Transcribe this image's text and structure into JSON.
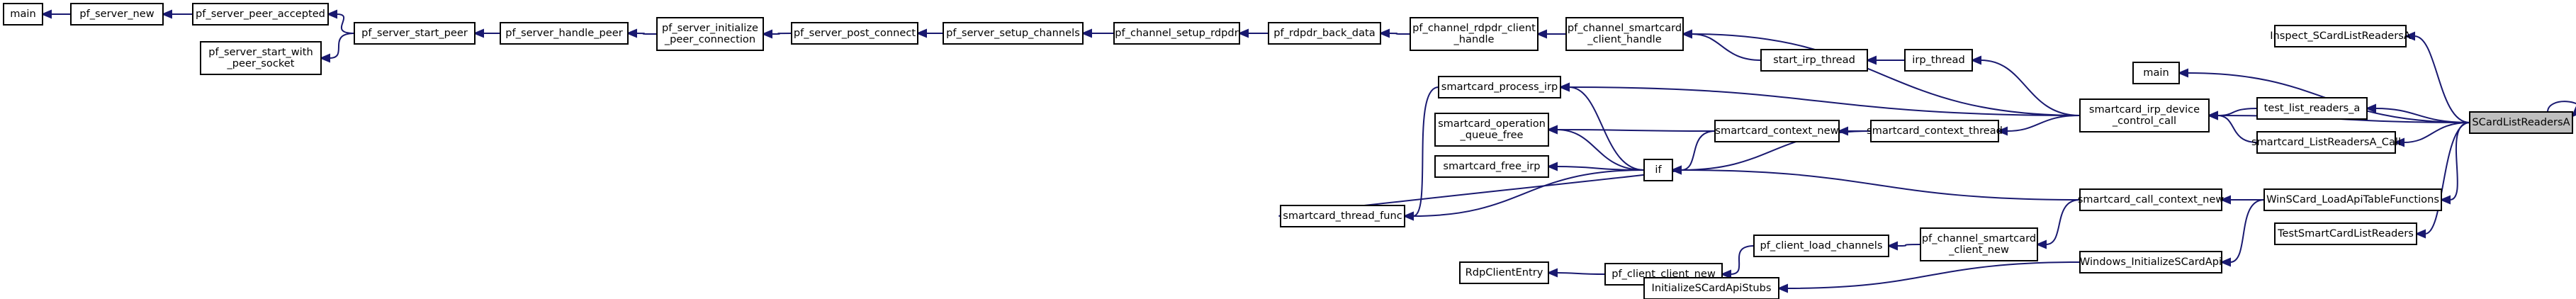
{
  "diagram": {
    "type": "caller-graph",
    "nodes": [
      {
        "id": "main1",
        "lines": [
          "main"
        ],
        "focus": false
      },
      {
        "id": "pf_server_new",
        "lines": [
          "pf_server_new"
        ],
        "focus": false
      },
      {
        "id": "pf_server_peer_accepted",
        "lines": [
          "pf_server_peer_accepted"
        ],
        "focus": false
      },
      {
        "id": "pf_server_start_with_peer_socket",
        "lines": [
          "pf_server_start_with",
          "_peer_socket"
        ],
        "focus": false
      },
      {
        "id": "pf_server_start_peer",
        "lines": [
          "pf_server_start_peer"
        ],
        "focus": false
      },
      {
        "id": "pf_server_handle_peer",
        "lines": [
          "pf_server_handle_peer"
        ],
        "focus": false
      },
      {
        "id": "pf_server_initialize_peer_connection",
        "lines": [
          "pf_server_initialize",
          "_peer_connection"
        ],
        "focus": false
      },
      {
        "id": "pf_server_post_connect",
        "lines": [
          "pf_server_post_connect"
        ],
        "focus": false
      },
      {
        "id": "pf_server_setup_channels",
        "lines": [
          "pf_server_setup_channels"
        ],
        "focus": false
      },
      {
        "id": "pf_channel_setup_rdpdr",
        "lines": [
          "pf_channel_setup_rdpdr"
        ],
        "focus": false
      },
      {
        "id": "pf_rdpdr_back_data",
        "lines": [
          "pf_rdpdr_back_data"
        ],
        "focus": false
      },
      {
        "id": "pf_channel_rdpdr_client_handle",
        "lines": [
          "pf_channel_rdpdr_client",
          "_handle"
        ],
        "focus": false
      },
      {
        "id": "pf_channel_smartcard_client_handle",
        "lines": [
          "pf_channel_smartcard",
          "_client_handle"
        ],
        "focus": false
      },
      {
        "id": "start_irp_thread",
        "lines": [
          "start_irp_thread"
        ],
        "focus": false
      },
      {
        "id": "irp_thread",
        "lines": [
          "irp_thread"
        ],
        "focus": false
      },
      {
        "id": "smartcard_process_irp",
        "lines": [
          "smartcard_process_irp"
        ],
        "focus": false
      },
      {
        "id": "smartcard_operation_queue_free",
        "lines": [
          "smartcard_operation",
          "_queue_free"
        ],
        "focus": false
      },
      {
        "id": "smartcard_free_irp",
        "lines": [
          "smartcard_free_irp"
        ],
        "focus": false
      },
      {
        "id": "smartcard_thread_func",
        "lines": [
          "smartcard_thread_func"
        ],
        "focus": false
      },
      {
        "id": "if",
        "lines": [
          "if"
        ],
        "focus": false
      },
      {
        "id": "smartcard_context_new",
        "lines": [
          "smartcard_context_new"
        ],
        "focus": false
      },
      {
        "id": "smartcard_context_thread",
        "lines": [
          "smartcard_context_thread"
        ],
        "focus": false
      },
      {
        "id": "smartcard_irp_device_control_call",
        "lines": [
          "smartcard_irp_device",
          "_control_call"
        ],
        "focus": false
      },
      {
        "id": "main2",
        "lines": [
          "main"
        ],
        "focus": false
      },
      {
        "id": "test_list_readers_a",
        "lines": [
          "test_list_readers_a"
        ],
        "focus": false
      },
      {
        "id": "smartcard_ListReadersA_Call",
        "lines": [
          "smartcard_ListReadersA_Call"
        ],
        "focus": false
      },
      {
        "id": "Inspect_SCardListReadersA",
        "lines": [
          "Inspect_SCardListReadersA"
        ],
        "focus": false
      },
      {
        "id": "SCardListReadersA",
        "lines": [
          "SCardListReadersA"
        ],
        "focus": true
      },
      {
        "id": "RdpClientEntry",
        "lines": [
          "RdpClientEntry"
        ],
        "focus": false
      },
      {
        "id": "pf_client_client_new",
        "lines": [
          "pf_client_client_new"
        ],
        "focus": false
      },
      {
        "id": "pf_client_load_channels",
        "lines": [
          "pf_client_load_channels"
        ],
        "focus": false
      },
      {
        "id": "pf_channel_smartcard_client_new",
        "lines": [
          "pf_channel_smartcard",
          "_client_new"
        ],
        "focus": false
      },
      {
        "id": "smartcard_call_context_new",
        "lines": [
          "smartcard_call_context_new"
        ],
        "focus": false
      },
      {
        "id": "WinSCard_LoadApiTableFunctions",
        "lines": [
          "WinSCard_LoadApiTableFunctions"
        ],
        "focus": false
      },
      {
        "id": "Windows_InitializeSCardApi",
        "lines": [
          "Windows_InitializeSCardApi"
        ],
        "focus": false
      },
      {
        "id": "InitializeSCardApiStubs",
        "lines": [
          "InitializeSCardApiStubs"
        ],
        "focus": false
      },
      {
        "id": "TestSmartCardListReaders",
        "lines": [
          "TestSmartCardListReaders"
        ],
        "focus": false
      }
    ],
    "edges": [
      {
        "from": "pf_server_new",
        "to": "main1"
      },
      {
        "from": "pf_server_peer_accepted",
        "to": "pf_server_new"
      },
      {
        "from": "pf_server_start_peer",
        "to": "pf_server_peer_accepted"
      },
      {
        "from": "pf_server_start_peer",
        "to": "pf_server_start_with_peer_socket"
      },
      {
        "from": "pf_server_handle_peer",
        "to": "pf_server_start_peer"
      },
      {
        "from": "pf_server_initialize_peer_connection",
        "to": "pf_server_handle_peer"
      },
      {
        "from": "pf_server_post_connect",
        "to": "pf_server_initialize_peer_connection"
      },
      {
        "from": "pf_server_setup_channels",
        "to": "pf_server_post_connect"
      },
      {
        "from": "pf_channel_setup_rdpdr",
        "to": "pf_server_setup_channels"
      },
      {
        "from": "pf_rdpdr_back_data",
        "to": "pf_channel_setup_rdpdr"
      },
      {
        "from": "pf_channel_rdpdr_client_handle",
        "to": "pf_rdpdr_back_data"
      },
      {
        "from": "pf_channel_smartcard_client_handle",
        "to": "pf_channel_rdpdr_client_handle"
      },
      {
        "from": "smartcard_irp_device_control_call",
        "to": "pf_channel_smartcard_client_handle"
      },
      {
        "from": "irp_thread",
        "to": "start_irp_thread"
      },
      {
        "from": "start_irp_thread",
        "to": "pf_channel_smartcard_client_handle"
      },
      {
        "from": "smartcard_irp_device_control_call",
        "to": "irp_thread"
      },
      {
        "from": "smartcard_irp_device_control_call",
        "to": "smartcard_process_irp"
      },
      {
        "from": "smartcard_process_irp",
        "to": "smartcard_thread_func"
      },
      {
        "from": "if",
        "to": "smartcard_process_irp"
      },
      {
        "from": "smartcard_context_new",
        "to": "smartcard_operation_queue_free"
      },
      {
        "from": "if",
        "to": "smartcard_operation_queue_free"
      },
      {
        "from": "if",
        "to": "smartcard_free_irp"
      },
      {
        "from": "if",
        "to": "smartcard_thread_func"
      },
      {
        "from": "smartcard_thread_func",
        "to": "if"
      },
      {
        "from": "smartcard_context_new",
        "to": "if"
      },
      {
        "from": "smartcard_context_thread",
        "to": "smartcard_context_new"
      },
      {
        "from": "smartcard_context_thread",
        "to": "if"
      },
      {
        "from": "smartcard_irp_device_control_call",
        "to": "smartcard_context_thread"
      },
      {
        "from": "smartcard_call_context_new",
        "to": "if"
      },
      {
        "from": "SCardListReadersA",
        "to": "smartcard_irp_device_control_call"
      },
      {
        "from": "SCardListReadersA",
        "to": "main2"
      },
      {
        "from": "SCardListReadersA",
        "to": "test_list_readers_a"
      },
      {
        "from": "test_list_readers_a",
        "to": "smartcard_irp_device_control_call"
      },
      {
        "from": "SCardListReadersA",
        "to": "smartcard_ListReadersA_Call"
      },
      {
        "from": "smartcard_ListReadersA_Call",
        "to": "smartcard_irp_device_control_call"
      },
      {
        "from": "SCardListReadersA",
        "to": "Inspect_SCardListReadersA"
      },
      {
        "from": "SCardListReadersA",
        "to": "SCardListReadersA"
      },
      {
        "from": "SCardListReadersA",
        "to": "WinSCard_LoadApiTableFunctions"
      },
      {
        "from": "SCardListReadersA",
        "to": "TestSmartCardListReaders"
      },
      {
        "from": "WinSCard_LoadApiTableFunctions",
        "to": "smartcard_call_context_new"
      },
      {
        "from": "WinSCard_LoadApiTableFunctions",
        "to": "Windows_InitializeSCardApi"
      },
      {
        "from": "smartcard_call_context_new",
        "to": "pf_channel_smartcard_client_new"
      },
      {
        "from": "pf_channel_smartcard_client_new",
        "to": "pf_client_load_channels"
      },
      {
        "from": "pf_client_load_channels",
        "to": "pf_client_client_new"
      },
      {
        "from": "pf_client_client_new",
        "to": "RdpClientEntry"
      },
      {
        "from": "Windows_InitializeSCardApi",
        "to": "InitializeSCardApiStubs"
      }
    ]
  },
  "colors": {
    "edge": "#191970",
    "node_border": "#000000",
    "node_fill": "#ffffff",
    "focus_fill": "#bfbfbf",
    "background": "#ffffff"
  }
}
